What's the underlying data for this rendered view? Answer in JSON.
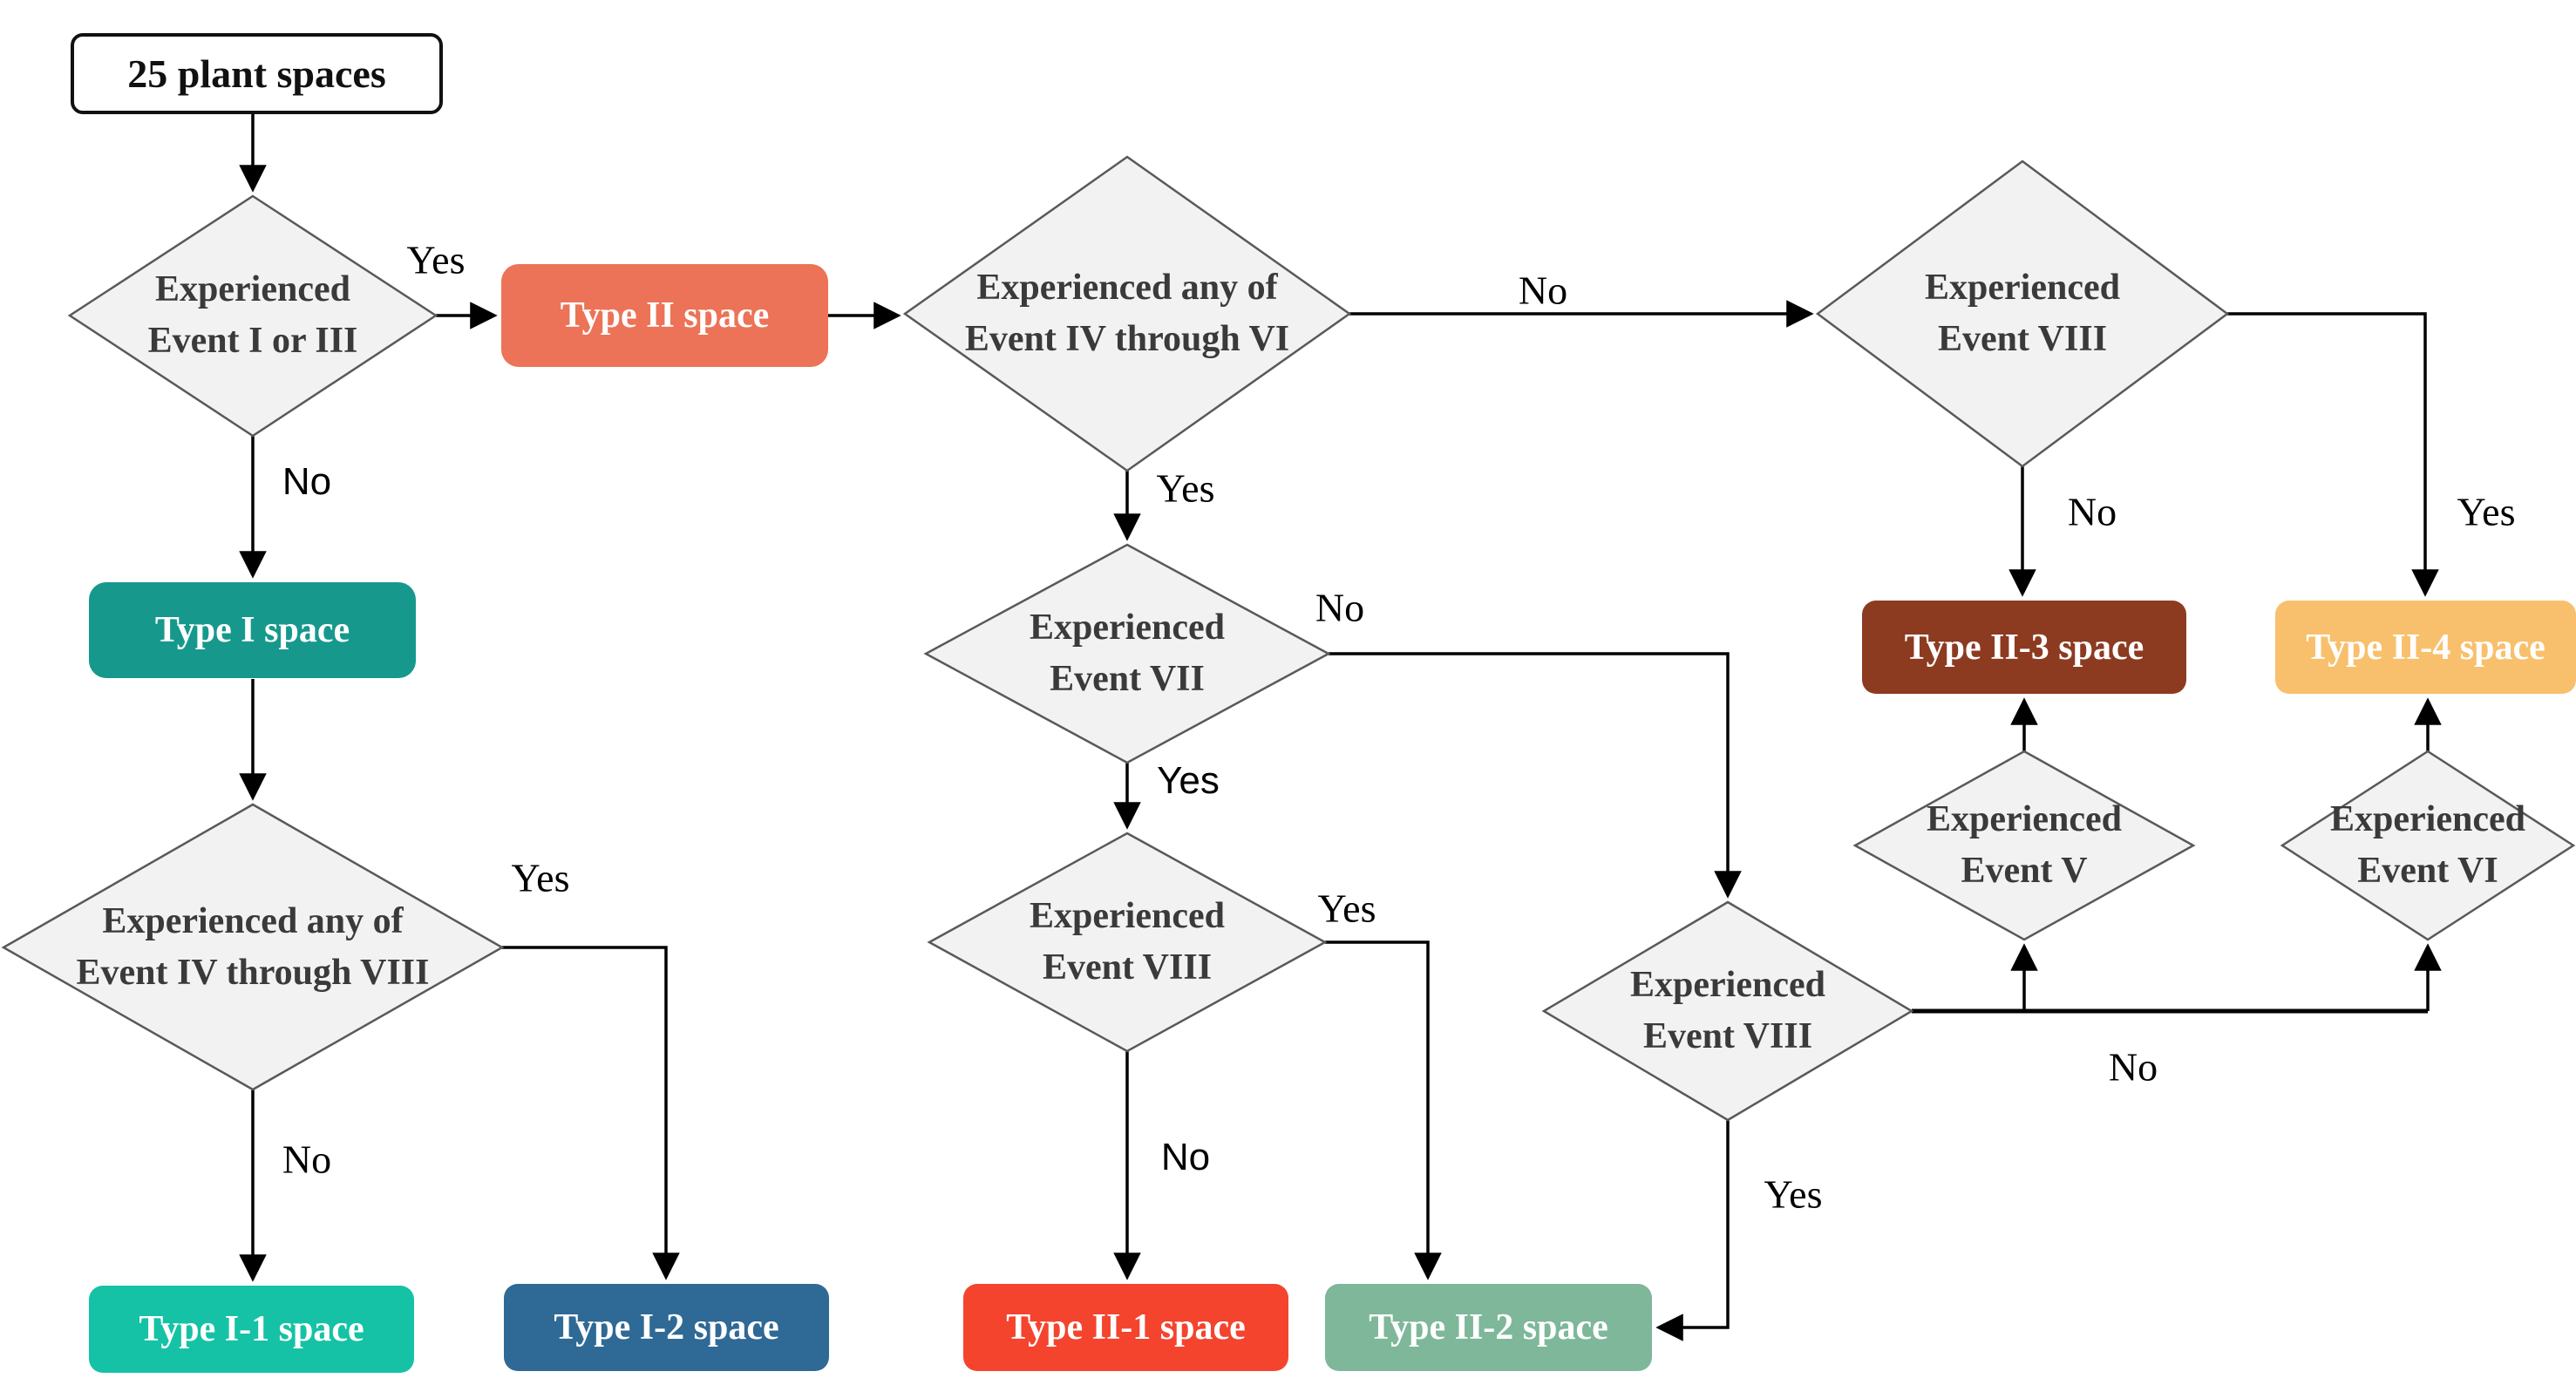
{
  "diagram": {
    "title": "Plant space classification flowchart",
    "palette": {
      "decision_fill": "#f2f2f2",
      "decision_border": "#595959",
      "line_color": "#000000"
    },
    "start": {
      "label": "25 plant spaces"
    },
    "decisions": {
      "d1": {
        "label": "Experienced\nEvent I or III"
      },
      "d2": {
        "label": "Experienced any of\nEvent IV through VI"
      },
      "d3": {
        "label": "Experienced\nEvent VIII"
      },
      "d4": {
        "label": "Experienced any of\nEvent IV through VIII"
      },
      "d5": {
        "label": "Experienced\nEvent VII"
      },
      "d6": {
        "label": "Experienced\nEvent VIII"
      },
      "d7": {
        "label": "Experienced\nEvent VIII"
      },
      "d8": {
        "label": "Experienced\nEvent V"
      },
      "d9": {
        "label": "Experienced\nEvent VI"
      }
    },
    "outcomes": {
      "type2": {
        "label": "Type II space",
        "color": "#ec7357"
      },
      "type1": {
        "label": "Type I space",
        "color": "#16998c"
      },
      "type1_1": {
        "label": "Type I-1 space",
        "color": "#16c2a5"
      },
      "type1_2": {
        "label": "Type I-2 space",
        "color": "#2f6995"
      },
      "type2_1": {
        "label": "Type II-1 space",
        "color": "#f4442e"
      },
      "type2_2": {
        "label": "Type II-2 space",
        "color": "#7eb79a"
      },
      "type2_3": {
        "label": "Type II-3 space",
        "color": "#8c3b21"
      },
      "type2_4": {
        "label": "Type II-4 space",
        "color": "#f8c06d"
      }
    },
    "edge_labels": {
      "d1_yes": "Yes",
      "d1_no": "No",
      "d2_yes": "Yes",
      "d2_no": "No",
      "d3_yes": "Yes",
      "d3_no": "No",
      "d4_yes": "Yes",
      "d4_no": "No",
      "d5_yes": "Yes",
      "d5_no": "No",
      "d6_yes": "Yes",
      "d6_no": "No",
      "d7_yes": "Yes",
      "d7_no": "No"
    }
  }
}
